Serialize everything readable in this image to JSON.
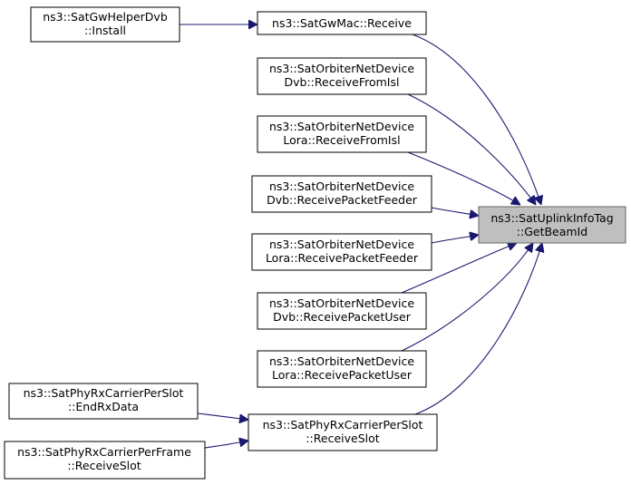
{
  "diagram": {
    "target": {
      "line1": "ns3::SatUplinkInfoTag",
      "line2": "::GetBeamId"
    },
    "nodes": {
      "gw_helper_install": {
        "line1": "ns3::SatGwHelperDvb",
        "line2": "::Install"
      },
      "gw_mac_receive": {
        "line1": "ns3::SatGwMac::Receive"
      },
      "dvb_receive_from_isl": {
        "line1": "ns3::SatOrbiterNetDevice",
        "line2": "Dvb::ReceiveFromIsl"
      },
      "lora_receive_from_isl": {
        "line1": "ns3::SatOrbiterNetDevice",
        "line2": "Lora::ReceiveFromIsl"
      },
      "dvb_receive_packet_feeder": {
        "line1": "ns3::SatOrbiterNetDevice",
        "line2": "Dvb::ReceivePacketFeeder"
      },
      "lora_receive_packet_feeder": {
        "line1": "ns3::SatOrbiterNetDevice",
        "line2": "Lora::ReceivePacketFeeder"
      },
      "dvb_receive_packet_user": {
        "line1": "ns3::SatOrbiterNetDevice",
        "line2": "Dvb::ReceivePacketUser"
      },
      "lora_receive_packet_user": {
        "line1": "ns3::SatOrbiterNetDevice",
        "line2": "Lora::ReceivePacketUser"
      },
      "slot_end_rx_data": {
        "line1": "ns3::SatPhyRxCarrierPerSlot",
        "line2": "::EndRxData"
      },
      "slot_receive_slot": {
        "line1": "ns3::SatPhyRxCarrierPerSlot",
        "line2": "::ReceiveSlot"
      },
      "frame_receive_slot": {
        "line1": "ns3::SatPhyRxCarrierPerFrame",
        "line2": "::ReceiveSlot"
      }
    },
    "edges": [
      [
        "gw_helper_install",
        "gw_mac_receive"
      ],
      [
        "gw_mac_receive",
        "target"
      ],
      [
        "dvb_receive_from_isl",
        "target"
      ],
      [
        "lora_receive_from_isl",
        "target"
      ],
      [
        "dvb_receive_packet_feeder",
        "target"
      ],
      [
        "lora_receive_packet_feeder",
        "target"
      ],
      [
        "dvb_receive_packet_user",
        "target"
      ],
      [
        "lora_receive_packet_user",
        "target"
      ],
      [
        "slot_receive_slot",
        "target"
      ],
      [
        "slot_end_rx_data",
        "slot_receive_slot"
      ],
      [
        "frame_receive_slot",
        "slot_receive_slot"
      ]
    ],
    "colors": {
      "edge": "#191970",
      "target_fill": "#bfbfbf",
      "node_fill": "#ffffff",
      "node_border": "#000000"
    }
  }
}
